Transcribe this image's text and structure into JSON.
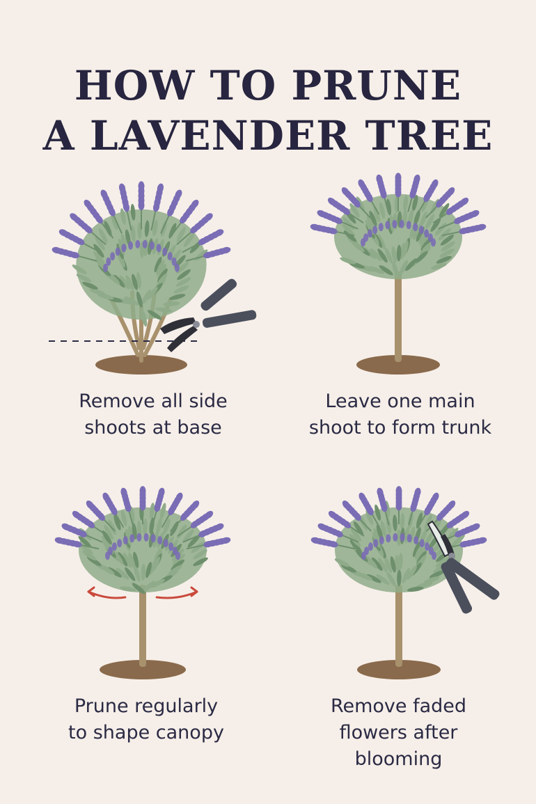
{
  "title": {
    "line1": "HOW TO PRUNE",
    "line2": "A LAVENDER TREE"
  },
  "steps": [
    {
      "line1": "Remove all side",
      "line2": "shoots at base"
    },
    {
      "line1": "Leave one main",
      "line2": "shoot to form trunk"
    },
    {
      "line1": "Prune regularly",
      "line2": "to shape canopy"
    },
    {
      "line1": "Remove faded",
      "line2": "flowers after",
      "line3": "blooming"
    }
  ],
  "colors": {
    "background": "#f6efe9",
    "foliage": "#8fab8a",
    "foliage_dark": "#6e8f6c",
    "flower": "#7a6db5",
    "trunk": "#a8916d",
    "soil": "#8a6a4c",
    "shears": "#4b4f5c",
    "arrow": "#c94a3c"
  }
}
